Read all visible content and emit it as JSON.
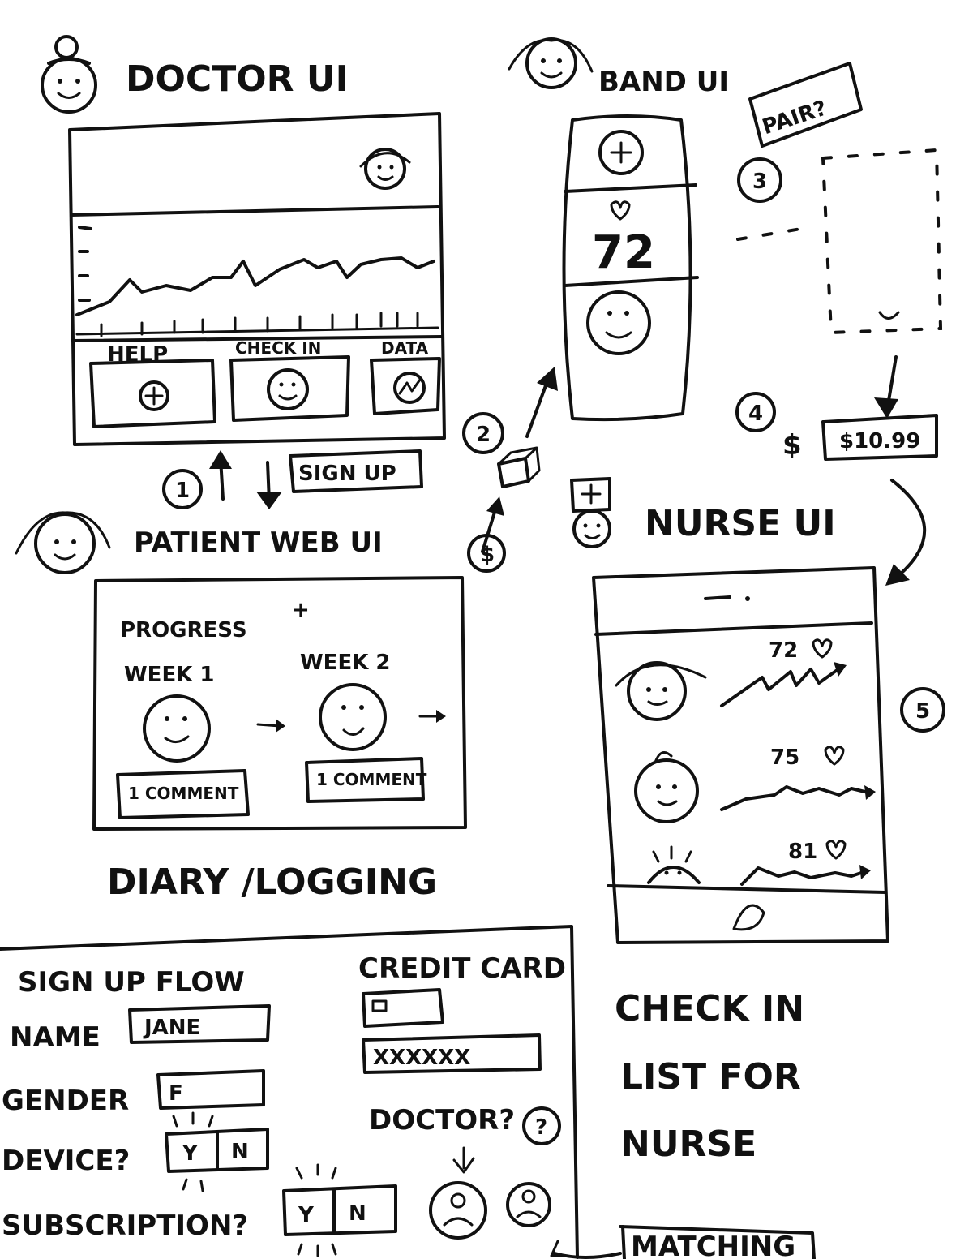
{
  "doctor_ui": {
    "title": "DOCTOR UI",
    "buttons": {
      "help": "HELP",
      "check_in": "CHECK IN",
      "data": "DATA"
    }
  },
  "band_ui": {
    "title": "BAND UI",
    "heart_rate": "72",
    "pair_label": "PAIR?",
    "step_3": "3",
    "step_4": "4",
    "price": "$10.99",
    "dollar": "$"
  },
  "flow": {
    "step_1": "1",
    "step_2": "2",
    "sign_up": "SIGN UP",
    "small_dollar": "$"
  },
  "patient_web_ui": {
    "title": "PATIENT WEB UI",
    "progress": "PROGRESS",
    "plus": "+",
    "week_1": "WEEK 1",
    "week_2": "WEEK 2",
    "comment_1": "1 COMMENT",
    "comment_2": "1 COMMENT",
    "diary": "DIARY /LOGGING"
  },
  "nurse_ui": {
    "title": "NURSE UI",
    "step_5": "5",
    "patients": [
      {
        "rate": "72"
      },
      {
        "rate": "75"
      },
      {
        "rate": "81"
      }
    ],
    "note_line1": "CHECK IN",
    "note_line2": "LIST FOR",
    "note_line3": "NURSE"
  },
  "sign_up_flow": {
    "title": "SIGN UP FLOW",
    "name_label": "NAME",
    "name_value": "JANE",
    "gender_label": "GENDER",
    "gender_value": "F",
    "device_label": "DEVICE?",
    "subscription_label": "SUBSCRIPTION?",
    "yes": "Y",
    "no": "N",
    "credit_card_label": "CREDIT CARD",
    "card_number": "XXXXXX",
    "doctor_label": "DOCTOR?",
    "question": "?",
    "matching": "MATCHING"
  }
}
